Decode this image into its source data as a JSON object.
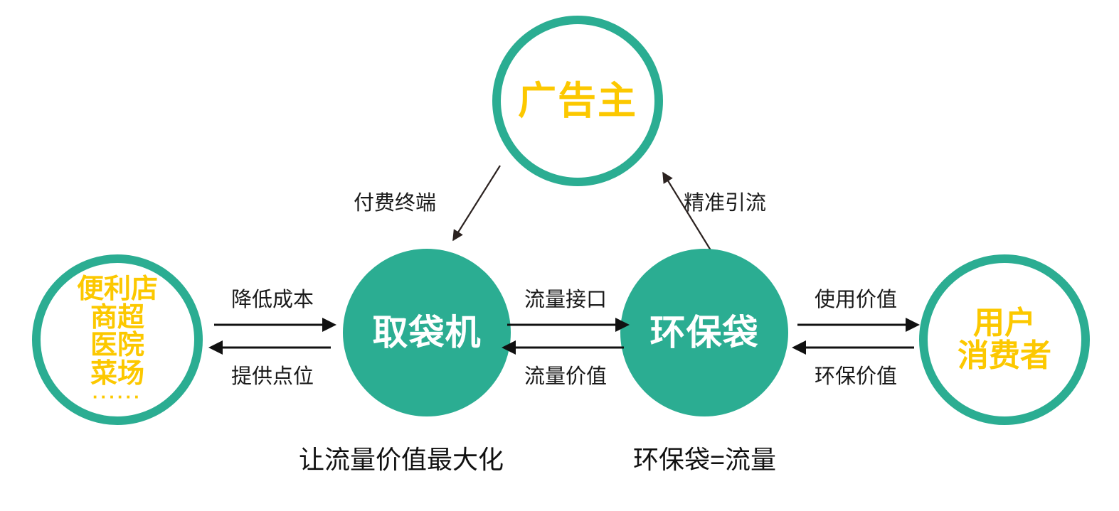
{
  "colors": {
    "teal": "#2BAD92",
    "yellow": "#FCC800",
    "text_dark": "#1a1a1a",
    "white": "#ffffff"
  },
  "nodes": {
    "advertiser": {
      "label": "广告主"
    },
    "venues": {
      "lines": [
        "便利店",
        "商超",
        "医院",
        "菜场"
      ],
      "ellipsis": "······"
    },
    "machine": {
      "label": "取袋机"
    },
    "bag": {
      "label": "环保袋"
    },
    "user": {
      "lines": [
        "用户",
        "消费者"
      ]
    }
  },
  "flows": {
    "venues_machine": {
      "forward": "降低成本",
      "backward": "提供点位"
    },
    "machine_bag": {
      "forward": "流量接口",
      "backward": "流量价值"
    },
    "bag_user": {
      "forward": "使用价值",
      "backward": "环保价值"
    },
    "advertiser_to_machine": {
      "label": "付费终端"
    },
    "bag_to_advertiser": {
      "label": "精准引流"
    }
  },
  "captions": {
    "machine": "让流量价值最大化",
    "bag": "环保袋=流量"
  }
}
